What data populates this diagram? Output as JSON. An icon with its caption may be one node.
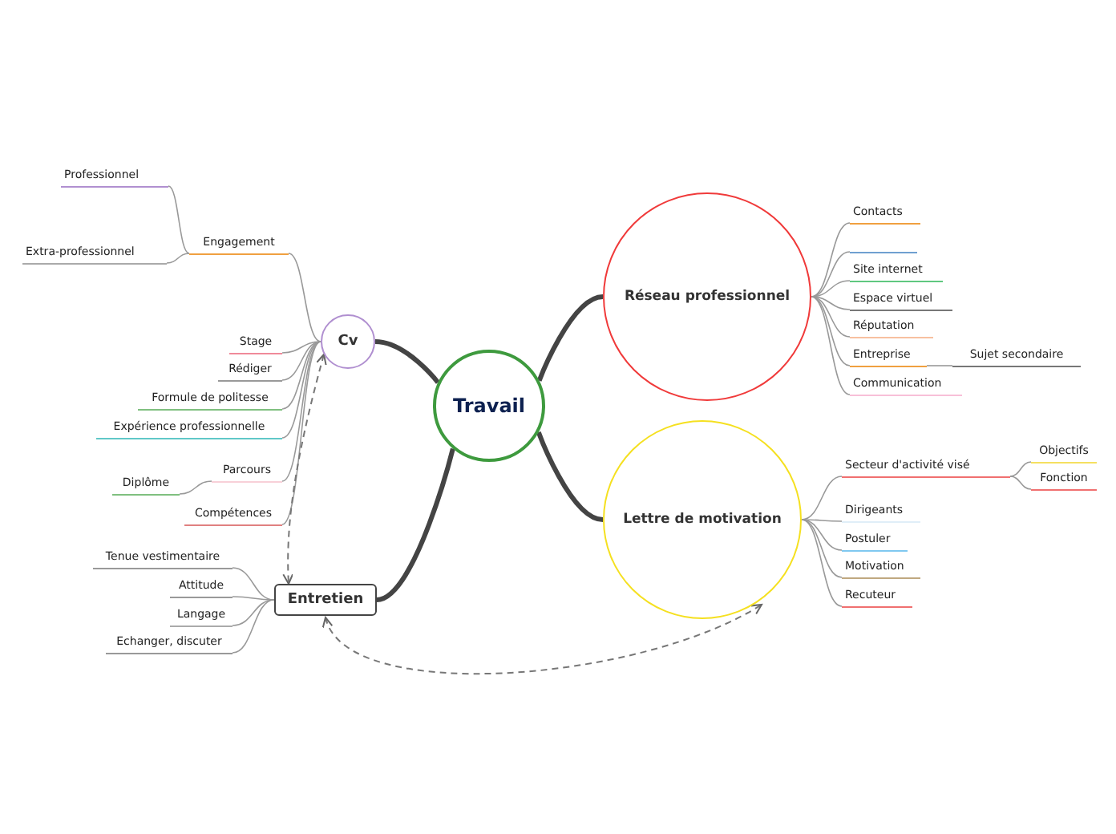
{
  "diagram": {
    "nodes": [
      {
        "text": [
          "Travail"
        ]
      },
      {
        "text": [
          "Cv"
        ]
      },
      {
        "text": [
          "Réseau professionnel"
        ]
      },
      {
        "text": [
          "Lettre de motivation"
        ]
      },
      {
        "text": [
          "Entretien"
        ]
      },
      {
        "text": [
          "Engagement"
        ]
      },
      {
        "text": [
          "Professionnel"
        ]
      },
      {
        "text": [
          "Extra-professionnel"
        ]
      },
      {
        "text": [
          "Stage"
        ]
      },
      {
        "text": [
          "Rédiger"
        ]
      },
      {
        "text": [
          "Formule de politesse"
        ]
      },
      {
        "text": [
          "Expérience professionnelle"
        ]
      },
      {
        "text": [
          "Parcours"
        ]
      },
      {
        "text": [
          "Diplôme"
        ]
      },
      {
        "text": [
          "Compétences"
        ]
      },
      {
        "text": [
          "Tenue vestimentaire"
        ]
      },
      {
        "text": [
          "Attitude"
        ]
      },
      {
        "text": [
          "Langage"
        ]
      },
      {
        "text": [
          "Echanger, discuter"
        ]
      },
      {
        "text": [
          "Contacts"
        ]
      },
      {
        "text": [],
        "shape": "bar"
      },
      {
        "text": [
          "Site internet"
        ]
      },
      {
        "text": [
          "Espace virtuel"
        ]
      },
      {
        "text": [
          "Réputation"
        ]
      },
      {
        "text": [
          "Entreprise"
        ]
      },
      {
        "text": [
          "Sujet secondaire"
        ]
      },
      {
        "text": [
          "Communication"
        ]
      },
      {
        "text": [
          "Secteur d'activité visé"
        ]
      },
      {
        "text": [
          "Objectifs"
        ]
      },
      {
        "text": [
          "Fonction"
        ]
      },
      {
        "text": [
          "Dirigeants"
        ]
      },
      {
        "text": [
          "Postuler"
        ]
      },
      {
        "text": [
          "Motivation"
        ]
      },
      {
        "text": [
          "Recuteur"
        ]
      }
    ],
    "edges": [
      {
        "from": 0,
        "to": 1,
        "arrow": "none",
        "style": "thick"
      },
      {
        "from": 0,
        "to": 2,
        "arrow": "none",
        "style": "thick"
      },
      {
        "from": 0,
        "to": 3,
        "arrow": "none",
        "style": "thick"
      },
      {
        "from": 0,
        "to": 4,
        "arrow": "none",
        "style": "thick"
      },
      {
        "from": 1,
        "to": 5,
        "arrow": "none"
      },
      {
        "from": 5,
        "to": 6,
        "arrow": "none"
      },
      {
        "from": 5,
        "to": 7,
        "arrow": "none"
      },
      {
        "from": 1,
        "to": 8,
        "arrow": "none"
      },
      {
        "from": 1,
        "to": 9,
        "arrow": "none"
      },
      {
        "from": 1,
        "to": 10,
        "arrow": "none"
      },
      {
        "from": 1,
        "to": 11,
        "arrow": "none"
      },
      {
        "from": 1,
        "to": 12,
        "arrow": "none"
      },
      {
        "from": 12,
        "to": 13,
        "arrow": "none"
      },
      {
        "from": 1,
        "to": 14,
        "arrow": "none"
      },
      {
        "from": 4,
        "to": 15,
        "arrow": "none"
      },
      {
        "from": 4,
        "to": 16,
        "arrow": "none"
      },
      {
        "from": 4,
        "to": 17,
        "arrow": "none"
      },
      {
        "from": 4,
        "to": 18,
        "arrow": "none"
      },
      {
        "from": 2,
        "to": 19,
        "arrow": "none"
      },
      {
        "from": 2,
        "to": 20,
        "arrow": "none"
      },
      {
        "from": 2,
        "to": 21,
        "arrow": "none"
      },
      {
        "from": 2,
        "to": 22,
        "arrow": "none"
      },
      {
        "from": 2,
        "to": 23,
        "arrow": "none"
      },
      {
        "from": 2,
        "to": 24,
        "arrow": "none"
      },
      {
        "from": 24,
        "to": 25,
        "arrow": "none"
      },
      {
        "from": 2,
        "to": 26,
        "arrow": "none"
      },
      {
        "from": 3,
        "to": 27,
        "arrow": "none"
      },
      {
        "from": 27,
        "to": 28,
        "arrow": "none"
      },
      {
        "from": 27,
        "to": 29,
        "arrow": "none"
      },
      {
        "from": 3,
        "to": 30,
        "arrow": "none"
      },
      {
        "from": 3,
        "to": 31,
        "arrow": "none"
      },
      {
        "from": 3,
        "to": 32,
        "arrow": "none"
      },
      {
        "from": 3,
        "to": 33,
        "arrow": "none"
      },
      {
        "from": 1,
        "to": 4,
        "arrow": "both",
        "style": "dashed"
      },
      {
        "from": 4,
        "to": 3,
        "arrow": "both",
        "style": "dashed"
      }
    ]
  }
}
